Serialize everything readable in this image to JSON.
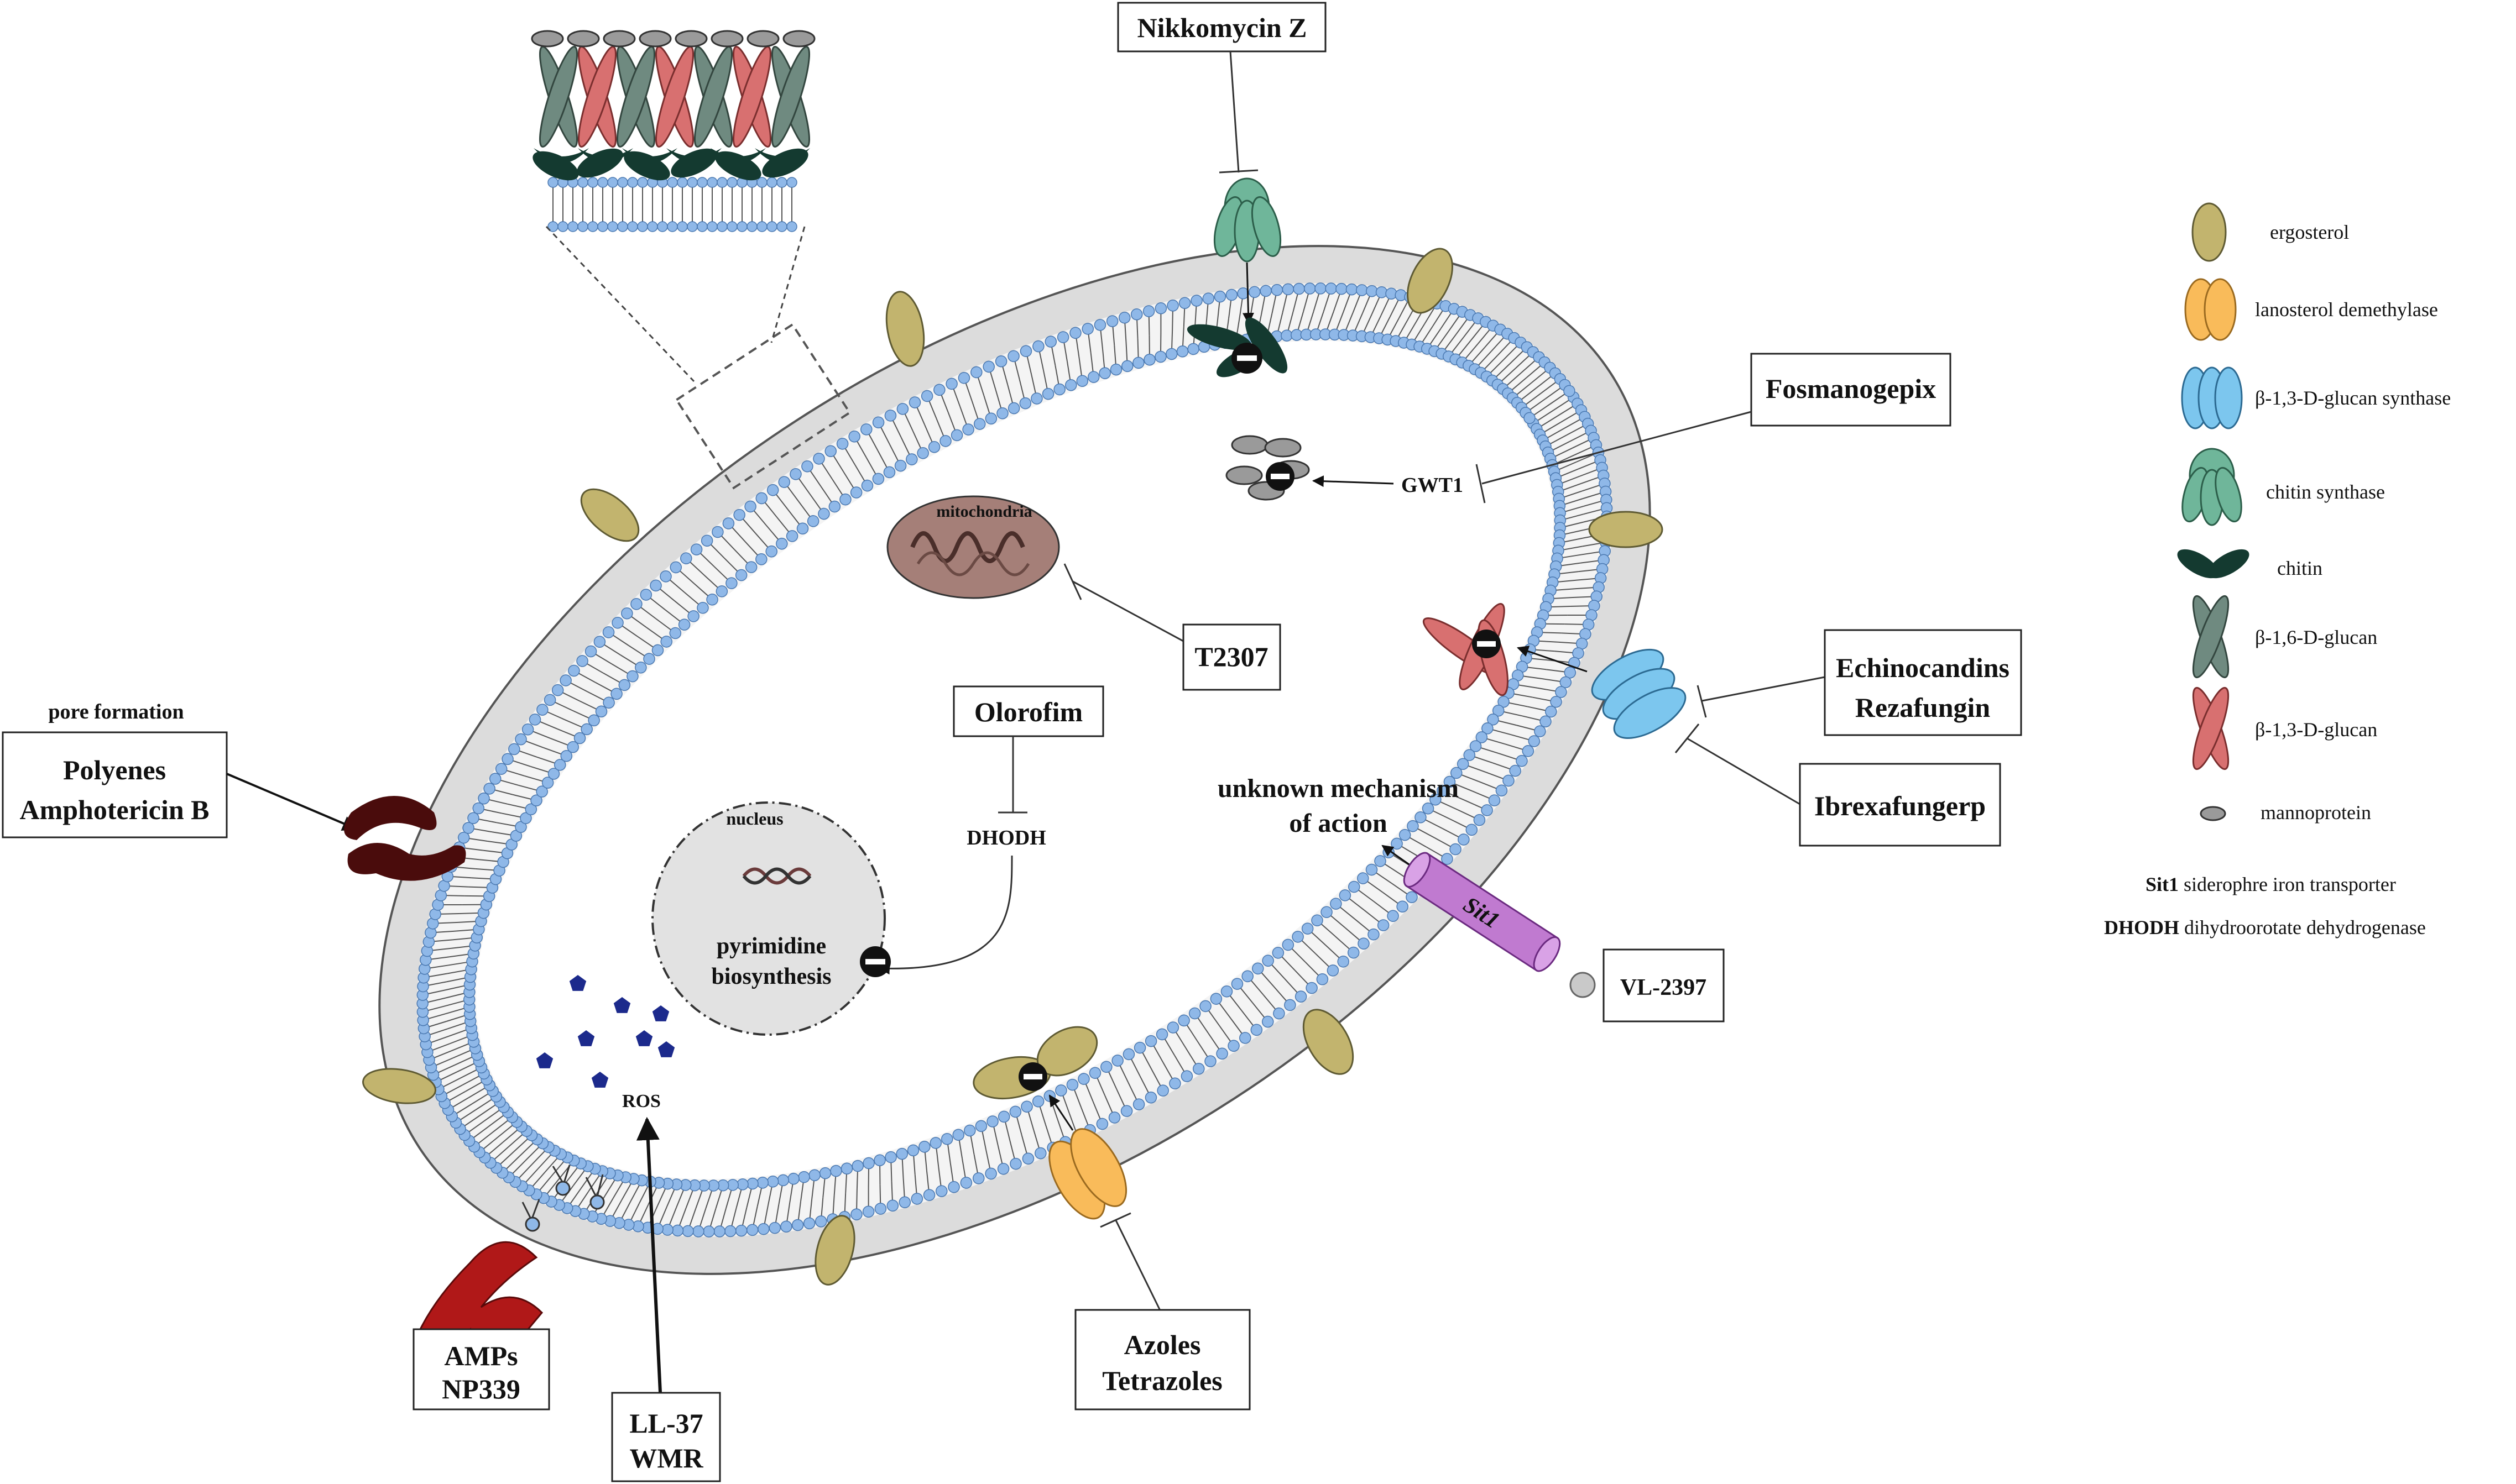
{
  "labels": {
    "nikkomycin": "Nikkomycin Z",
    "fosmanogepix": "Fosmanogepix",
    "gwt1": "GWT1",
    "mitochondria": "mitochondria",
    "t2307": "T2307",
    "olorofim": "Olorofim",
    "dhodh": "DHODH",
    "nucleus": "nucleus",
    "pyrimidine_1": "pyrimidine",
    "pyrimidine_2": "biosynthesis",
    "echinocandins": "Echinocandins",
    "rezafungin": "Rezafungin",
    "ibrexafungerp": "Ibrexafungerp",
    "unknown_1": "unknown mechanism",
    "unknown_2": "of action",
    "sit1": "Sit1",
    "vl2397": "VL-2397",
    "pore_formation": "pore formation",
    "polyenes": "Polyenes",
    "amphotericin": "Amphotericin B",
    "ros": "ROS",
    "amps": "AMPs",
    "np339": "NP339",
    "ll37": "LL-37",
    "wmr": "WMR",
    "azoles": "Azoles",
    "tetrazoles": "Tetrazoles"
  },
  "legend": {
    "items": [
      {
        "icon": "ergosterol-icon",
        "label": "ergosterol"
      },
      {
        "icon": "lanosterol-demethylase-icon",
        "label": "lanosterol demethylase"
      },
      {
        "icon": "glucan-synthase-icon",
        "label": "β-1,3-D-glucan synthase"
      },
      {
        "icon": "chitin-synthase-icon",
        "label": "chitin synthase"
      },
      {
        "icon": "chitin-icon",
        "label": "chitin"
      },
      {
        "icon": "b16-glucan-icon",
        "label": "β-1,6-D-glucan"
      },
      {
        "icon": "b13-glucan-icon",
        "label": "β-1,3-D-glucan"
      },
      {
        "icon": "mannoprotein-icon",
        "label": "mannoprotein"
      }
    ],
    "abbreviations": [
      {
        "abbr": "Sit1",
        "text": " siderophre iron transporter"
      },
      {
        "abbr": "DHODH",
        "text": " dihydroorotate dehydrogenase"
      }
    ]
  },
  "colors": {
    "wall": "#dcdcdc",
    "lipid_head": "#8fb8e8",
    "ergosterol": "#c2b46e",
    "lanosterol": "#f9bb5a",
    "glucan_synthase": "#7cc6ee",
    "chitin_synthase": "#6fb69a",
    "chitin": "#143a30",
    "b16_glucan": "#6f8a80",
    "b13_glucan": "#d87070",
    "mannoprotein": "#9a9a9a",
    "sit1": "#c07ad0",
    "pore": "#4a0c0c",
    "amp": "#b01818",
    "ros": "#1c2a8c",
    "mitochondria": "#a57f78"
  }
}
